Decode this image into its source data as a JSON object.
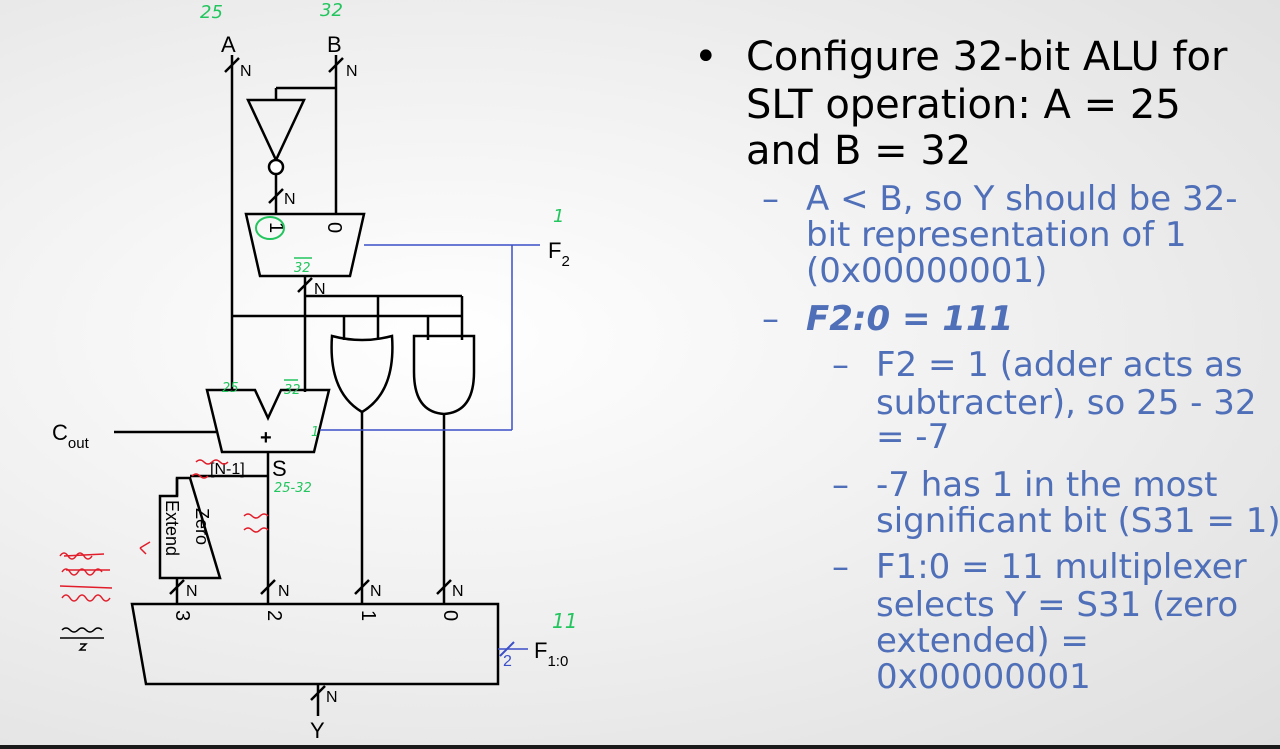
{
  "diagram": {
    "label_a": "A",
    "label_b": "B",
    "label_n": "N",
    "label_f2": "F",
    "label_f2_sub": "2",
    "label_f10": "F",
    "label_f10_sub": "1:0",
    "label_cout": "C",
    "label_cout_sub": "out",
    "label_y": "Y",
    "label_s": "S",
    "label_n_minus_1": "[N-1]",
    "label_plus": "+",
    "label_zero_extend_1": "Zero",
    "label_zero_extend_2": "Extend",
    "label_two": "2",
    "mux1_in1": "1",
    "mux1_in0": "0",
    "muxY_in3": "3",
    "muxY_in2": "2",
    "muxY_in1": "1",
    "muxY_in0": "0"
  },
  "handwritten": {
    "a_value": "25",
    "b_value": "32",
    "f2_value": "1",
    "f10_value": "11",
    "adder_a": "25",
    "adder_b": "32",
    "b_bar": "32",
    "carry_in": "1",
    "s_value": "25-32"
  },
  "bullets": {
    "main_1": "Configure 32-bit ALU for",
    "main_2": "SLT operation: A = 25",
    "main_3": "and B = 32",
    "sub1_1": "A < B, so Y should be 32-",
    "sub1_2": "bit representation of 1",
    "sub1_3": "(0x00000001)",
    "sub2_1": "F2:0 = 111",
    "sub3_1a": "F2 = 1 (adder acts as",
    "sub3_1b": "subtracter), so 25 - 32",
    "sub3_1c": "= -7",
    "sub3_2a": "-7 has 1 in the most",
    "sub3_2b": "significant bit (S31 = 1)",
    "sub3_3a": "F1:0 = 11 multiplexer",
    "sub3_3b": "selects Y = S31 (zero",
    "sub3_3c": "extended) =",
    "sub3_3d": "0x00000001"
  }
}
